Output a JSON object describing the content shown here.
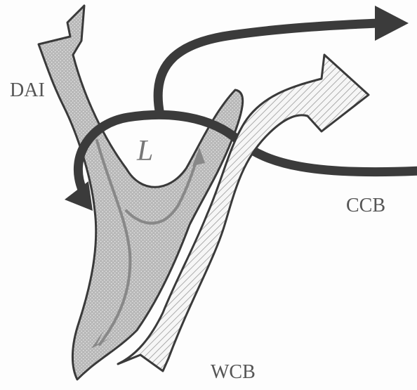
{
  "labels": {
    "dai": "DAI",
    "ccb": "CCB",
    "wcb": "WCB",
    "low": "L"
  },
  "colors": {
    "background": "#fdfdfd",
    "outline": "#3a3a3a",
    "dry_intrusion_fill": "#b8b8b8",
    "dry_intrusion_arrow": "#888888",
    "conveyor_belt": "#3b3b3b",
    "warm_belt_hatch": "#9a9a9a",
    "label_text": "#555555"
  },
  "streams": [
    {
      "name": "dry-air-intrusion",
      "pattern": "stippled"
    },
    {
      "name": "cold-conveyor-belt",
      "pattern": "thick-dark-arrow"
    },
    {
      "name": "warm-conveyor-belt",
      "pattern": "diagonal-hatch"
    }
  ]
}
